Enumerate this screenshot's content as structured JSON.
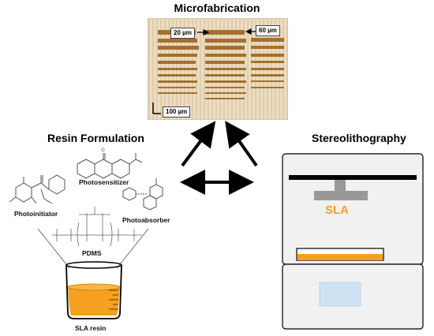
{
  "microfab": {
    "title": "Microfabrication",
    "scale_left": "20 µm",
    "scale_right": "60 µm",
    "scale_bar": "100 µm"
  },
  "resin": {
    "title": "Resin Formulation",
    "photosensitizer": "Photosensitizer",
    "photoinitiator": "Photoinitiator",
    "photoabsorber": "Photoabsorber",
    "pdms": "PDMS",
    "sla_resin": "SLA resin"
  },
  "stereo": {
    "title": "Stereolithography",
    "printer_label": "SLA"
  },
  "colors": {
    "resin_orange": "#f5a623",
    "micro_bg": "#e8d6b8",
    "micro_bar": "#a0702e",
    "printer_grey": "#999999",
    "window_blue": "#cfe2f3"
  }
}
